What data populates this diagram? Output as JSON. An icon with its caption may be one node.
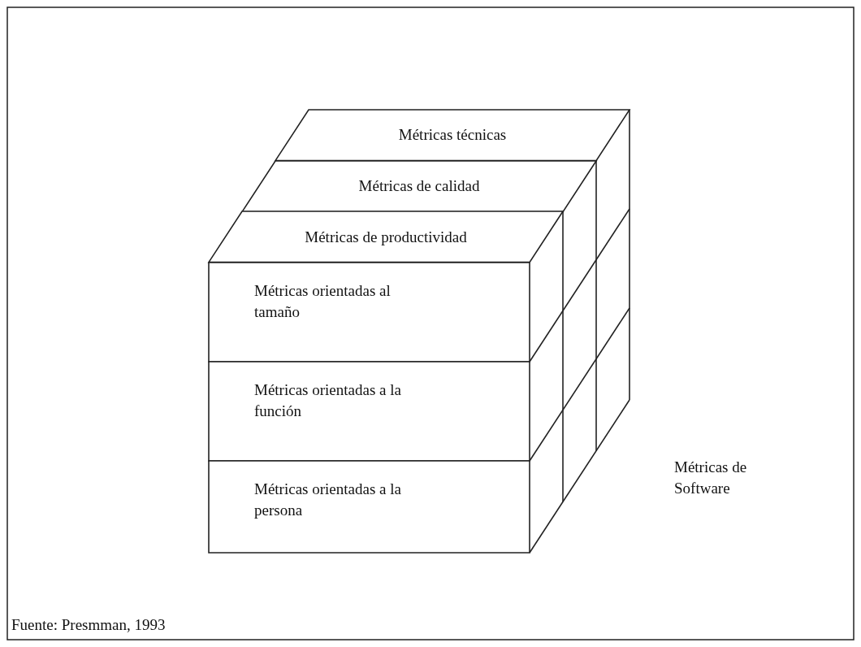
{
  "diagram": {
    "caption": "Fuente: Presmman, 1993",
    "nodes": [
      {
        "text": [
          "Métricas técnicas"
        ]
      },
      {
        "text": [
          "Métricas de calidad"
        ]
      },
      {
        "text": [
          "Métricas de productividad"
        ]
      },
      {
        "text": [
          "Métricas orientadas al tamaño"
        ]
      },
      {
        "text": [
          "Métricas orientadas a la función"
        ]
      },
      {
        "text": [
          "Métricas orientadas a la persona"
        ]
      }
    ],
    "labels": [
      "Métricas de Software"
    ]
  }
}
